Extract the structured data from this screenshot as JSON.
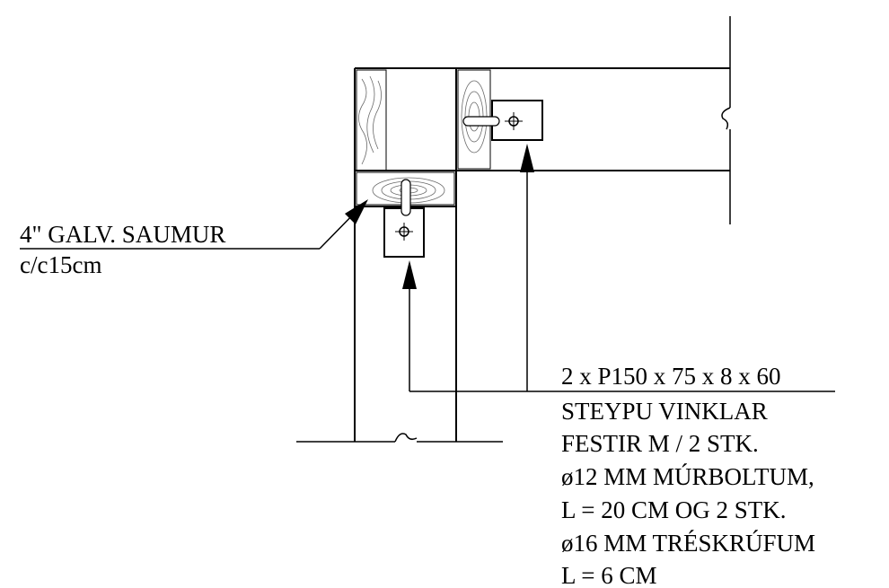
{
  "annotations": {
    "nail_label": {
      "line1": "4\" GALV. SAUMUR",
      "line2": "c/c15cm"
    },
    "angle_label": {
      "line1": "2 x P150 x 75 x 8 x 60",
      "line2": "STEYPU VINKLAR",
      "line3": "FESTIR M / 2 STK.",
      "line4": "ø12 MM MÚRBOLTUM,",
      "line5": "L = 20 CM OG 2 STK.",
      "line6": "ø16 MM TRÉSKRÚFUM",
      "line7": "L = 6 CM"
    }
  },
  "colors": {
    "line": "#000000",
    "background": "#ffffff",
    "wood_grain": "#6a6a6a"
  }
}
